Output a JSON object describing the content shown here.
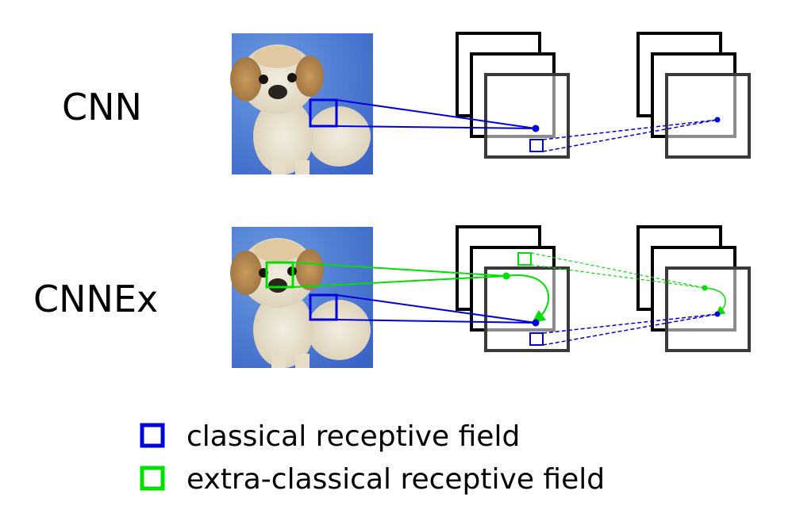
{
  "rows": [
    {
      "label": "CNN"
    },
    {
      "label": "CNNEx"
    }
  ],
  "legend": [
    {
      "label": "classical receptive field"
    },
    {
      "label": "extra-classical receptive field"
    }
  ],
  "colors": {
    "classical": "#0000dd",
    "extra_classical": "#00e000",
    "frame": "#000000",
    "frame_front": "#3a3a3a"
  },
  "image": {
    "subject": "puppy-photo"
  }
}
